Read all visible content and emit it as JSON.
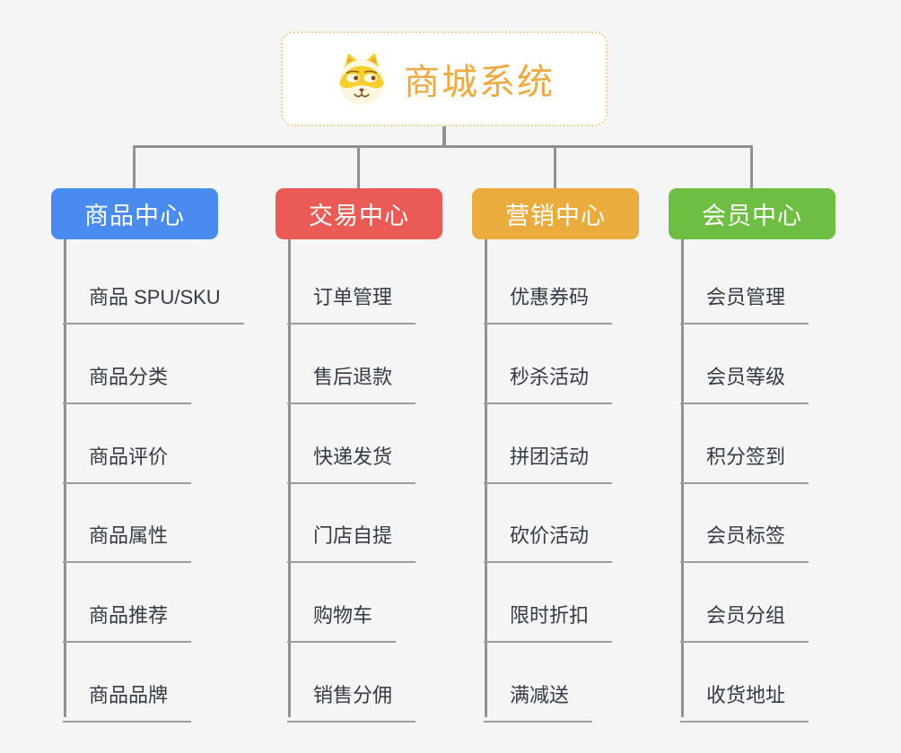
{
  "page": {
    "background_color": "#f5f5f5"
  },
  "root": {
    "label": "商城系统",
    "icon": "dog-face-icon",
    "text_color": "#f0a940",
    "border_color": "#f2ce92",
    "background_color": "#ffffff"
  },
  "connectors": {
    "color": "#919191",
    "underline_color": "#9c9c9c"
  },
  "leaf_text_color": "#343b44",
  "branches": [
    {
      "label": "商品中心",
      "color": "#4a8bf0",
      "items": [
        "商品 SPU/SKU",
        "商品分类",
        "商品评价",
        "商品属性",
        "商品推荐",
        "商品品牌"
      ]
    },
    {
      "label": "交易中心",
      "color": "#ea5b56",
      "items": [
        "订单管理",
        "售后退款",
        "快递发货",
        "门店自提",
        "购物车",
        "销售分佣"
      ]
    },
    {
      "label": "营销中心",
      "color": "#ebac3e",
      "items": [
        "优惠券码",
        "秒杀活动",
        "拼团活动",
        "砍价活动",
        "限时折扣",
        "满减送"
      ]
    },
    {
      "label": "会员中心",
      "color": "#6dbe43",
      "items": [
        "会员管理",
        "会员等级",
        "积分签到",
        "会员标签",
        "会员分组",
        "收货地址"
      ]
    }
  ]
}
